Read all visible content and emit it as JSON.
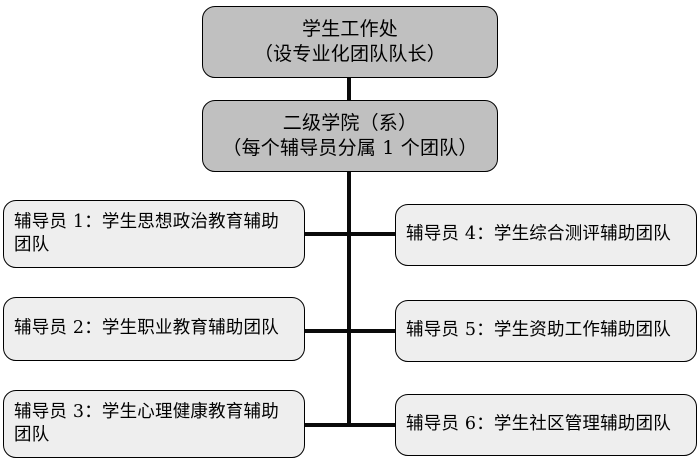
{
  "diagram": {
    "type": "organizational-chart",
    "title_nodes": [
      {
        "id": "student-affairs",
        "text": "学生工作处\n（设专业化团队队长）",
        "fill": "#c0c0c0"
      },
      {
        "id": "college",
        "text": "二级学院（系）\n（每个辅导员分属 1 个团队）",
        "fill": "#c0c0c0"
      }
    ],
    "teams_left": [
      {
        "id": "team-1",
        "text": "辅导员 1：学生思想政治教育辅助团队",
        "fill": "#eeeeee"
      },
      {
        "id": "team-2",
        "text": "辅导员 2：学生职业教育辅助团队",
        "fill": "#eeeeee"
      },
      {
        "id": "team-3",
        "text": "辅导员 3：学生心理健康教育辅助团队",
        "fill": "#eeeeee"
      }
    ],
    "teams_right": [
      {
        "id": "team-4",
        "text": "辅导员 4：学生综合测评辅助团队",
        "fill": "#eeeeee"
      },
      {
        "id": "team-5",
        "text": "辅导员 5：学生资助工作辅助团队",
        "fill": "#eeeeee"
      },
      {
        "id": "team-6",
        "text": "辅导员 6：学生社区管理辅助团队",
        "fill": "#eeeeee"
      }
    ],
    "connector_color": "#0a0a0a",
    "border_color": "#000000",
    "background": "#ffffff"
  }
}
